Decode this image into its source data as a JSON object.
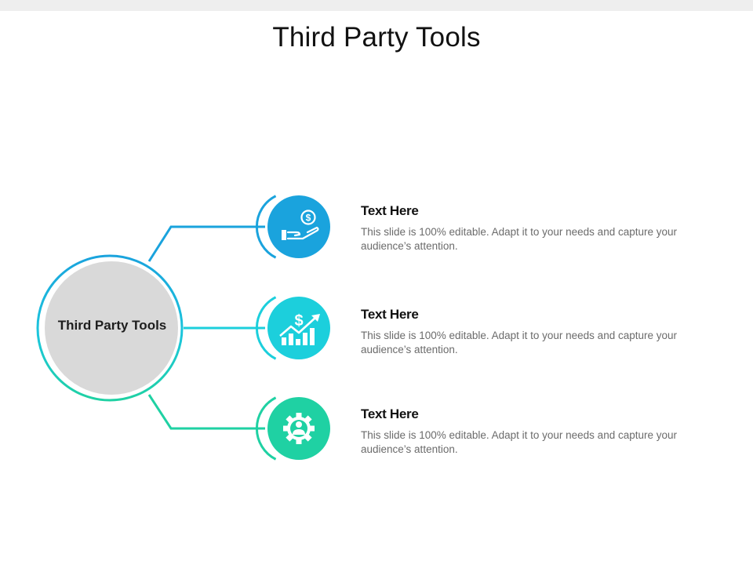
{
  "title": "Third Party Tools",
  "hub": {
    "label": "Third Party Tools"
  },
  "items": [
    {
      "heading": "Text Here",
      "description": "This slide is 100% editable. Adapt it to your needs and capture your audience’s attention.",
      "icon": "money-hand-icon",
      "color": "#1aa3dd"
    },
    {
      "heading": "Text Here",
      "description": "This slide is 100% editable. Adapt it to your needs and capture your audience’s attention.",
      "icon": "dollar-growth-chart-icon",
      "color": "#1ccfdc"
    },
    {
      "heading": "Text Here",
      "description": "This slide is 100% editable. Adapt it to your needs and capture your audience’s attention.",
      "icon": "gear-person-icon",
      "color": "#1fd1a3"
    }
  ],
  "colors": {
    "hub_fill": "#d9d9d9",
    "ring_top": "#1aa3dd",
    "ring_bottom": "#1fd1a3"
  }
}
